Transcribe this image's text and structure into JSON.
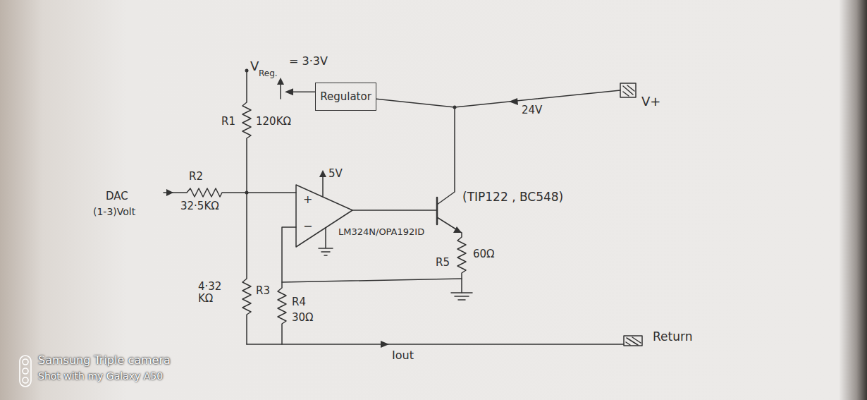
{
  "diagram": {
    "nodes": [
      {
        "text": [
          "Regulator"
        ]
      }
    ],
    "labels": [
      "V",
      "Reg.",
      "= 3·3V",
      "24V",
      "V+",
      "R1",
      "120KΩ",
      "R2",
      "32·5KΩ",
      "DAC",
      "(1-3)Volt",
      "5V",
      "+",
      "−",
      "LM324N/OPA192ID",
      "(TIP122 , BC548)",
      "R5",
      "60Ω",
      "4·32 KΩ",
      "R3",
      "R4",
      "30Ω",
      "Iout",
      "Return",
      "Samsung Triple camera",
      "Shot with my Galaxy A50"
    ]
  }
}
